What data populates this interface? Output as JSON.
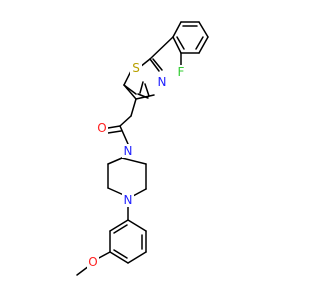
{
  "molecule": {
    "atoms": {
      "fluorine": {
        "text": "F",
        "color": "#33cc33"
      },
      "sulfur": {
        "text": "S",
        "color": "#b8a000"
      },
      "thiazole_nitrogen": {
        "text": "N",
        "color": "#1f1fff"
      },
      "carbonyl_oxygen": {
        "text": "O",
        "color": "#ff1f1f"
      },
      "piperazine_nitrogen_top": {
        "text": "N",
        "color": "#1f1fff"
      },
      "piperazine_nitrogen_bottom": {
        "text": "N",
        "color": "#1f1fff"
      },
      "methoxy_oxygen": {
        "text": "O",
        "color": "#ff1f1f"
      }
    }
  }
}
